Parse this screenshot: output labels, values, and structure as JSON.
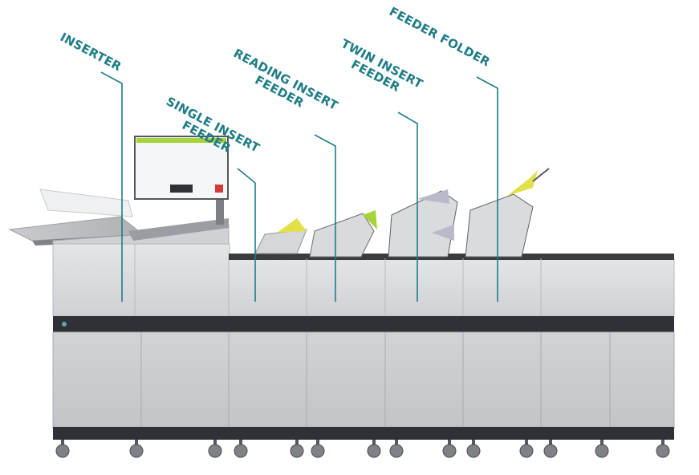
{
  "labels": {
    "inserter": [
      "INSERTER"
    ],
    "single_insert_feeder": [
      "SINGLE INSERT",
      "FEEDER"
    ],
    "reading_insert_feeder": [
      "READING INSERT",
      "FEEDER"
    ],
    "twin_insert_feeder": [
      "TWIN INSERT",
      "FEEDER"
    ],
    "feeder_folder": [
      "FEEDER FOLDER"
    ]
  },
  "colors": {
    "label": "#1e7d86",
    "machine_light": "#d9dadc",
    "machine_mid": "#bdbfc2",
    "machine_dark": "#2f3136",
    "accent_green": "#a6d23a",
    "accent_yellow": "#e3e14a"
  },
  "screen_icons": [
    "back-icon",
    "home-icon",
    "forward-icon"
  ]
}
